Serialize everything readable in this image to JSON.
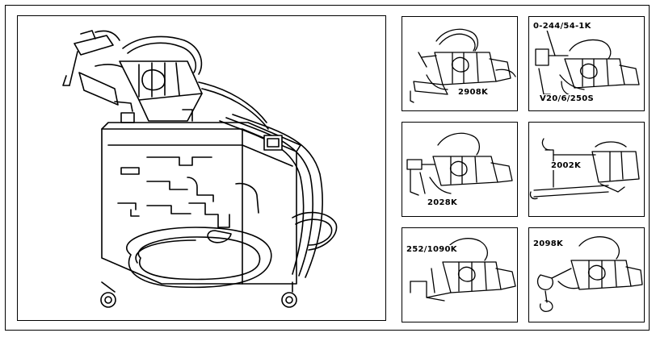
{
  "colors": {
    "line": "#000000",
    "background": "#ffffff"
  },
  "main": {
    "icon": "welding-machine-on-cart-icon"
  },
  "tools": [
    {
      "id": "t1",
      "icon": "welding-gun-icon",
      "labels": [
        "2908K"
      ]
    },
    {
      "id": "t2",
      "icon": "welding-gun-icon",
      "labels": [
        "0-244/54-1K",
        "V20/6/250S"
      ]
    },
    {
      "id": "t3",
      "icon": "welding-gun-icon",
      "labels": [
        "2028K"
      ]
    },
    {
      "id": "t4",
      "icon": "welding-gun-icon",
      "labels": [
        "2002K"
      ]
    },
    {
      "id": "t5",
      "icon": "welding-gun-icon",
      "labels": [
        "252/1090K"
      ]
    },
    {
      "id": "t6",
      "icon": "welding-gun-icon",
      "labels": [
        "2098K"
      ]
    }
  ]
}
